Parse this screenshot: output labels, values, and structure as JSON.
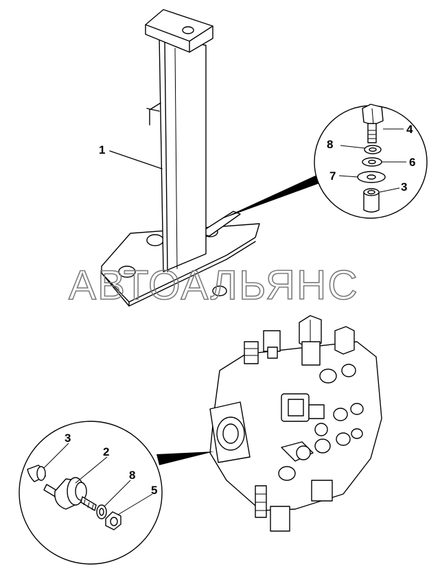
{
  "watermark": "АВТОАЛЬЯНС",
  "callouts": {
    "bracket": "1",
    "top_bolt": "4",
    "top_lock_washer": "8",
    "top_small_washer": "6",
    "top_large_washer": "7",
    "top_spacer": "3",
    "bottom_spacer": "3",
    "bottom_mount": "2",
    "bottom_lock_washer": "8",
    "bottom_nut": "5"
  }
}
